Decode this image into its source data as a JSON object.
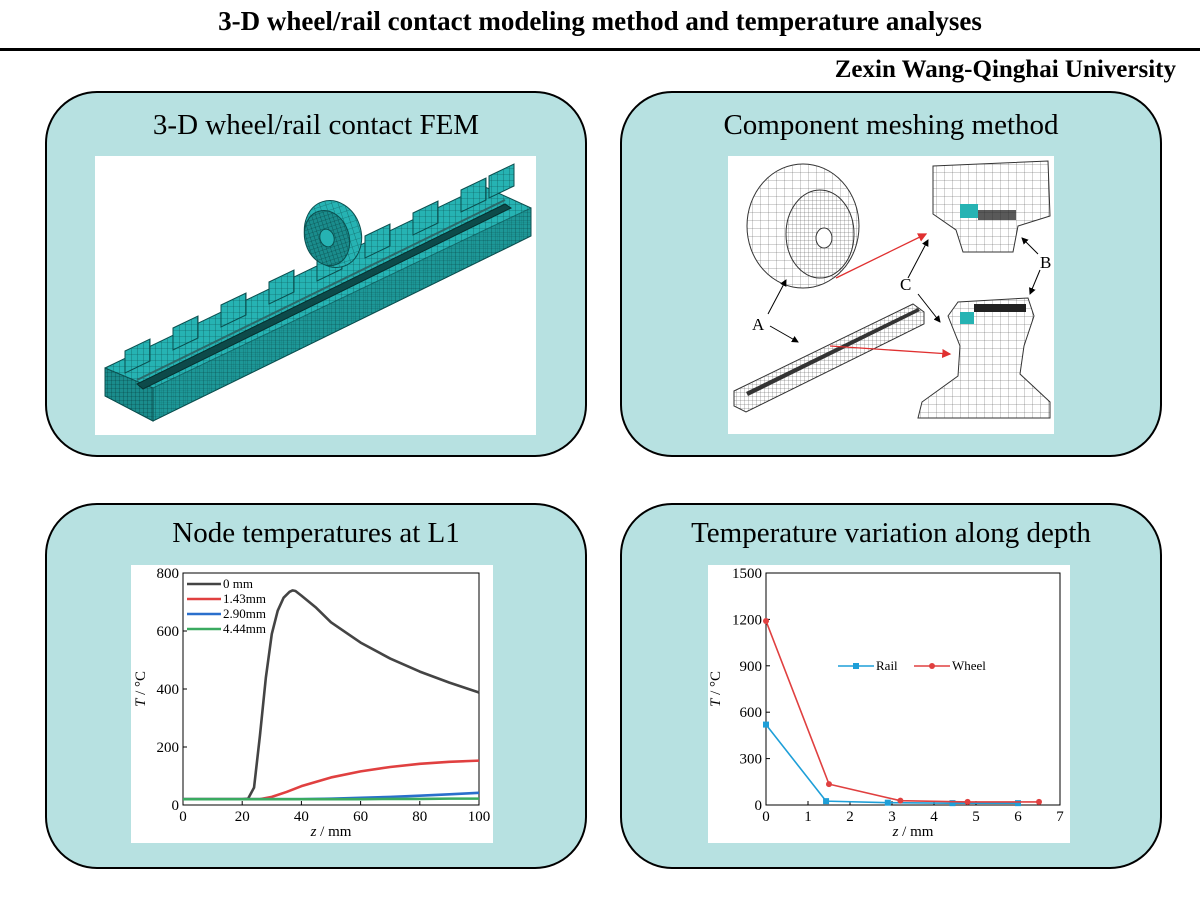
{
  "header": {
    "title": "3-D wheel/rail contact modeling method and temperature analyses",
    "author": "Zexin Wang-Qinghai University"
  },
  "panels": {
    "fem": {
      "title": "3-D wheel/rail contact FEM"
    },
    "mesh": {
      "title": "Component meshing method",
      "labels": {
        "a": "A",
        "b": "B",
        "c": "C"
      }
    },
    "node": {
      "title": "Node temperatures at L1"
    },
    "depth": {
      "title": "Temperature variation along depth"
    }
  },
  "colors": {
    "panel_bg": "#b7e1e1",
    "mesh_teal": "#26b3b3"
  },
  "chart_data": [
    {
      "type": "line",
      "xlabel_var": "z",
      "xlabel_unit": " / mm",
      "ylabel_var": "T",
      "ylabel_unit": " / °C",
      "xlim": [
        0,
        100
      ],
      "ylim": [
        0,
        800
      ],
      "xticks": [
        0,
        20,
        40,
        60,
        80,
        100
      ],
      "yticks": [
        0,
        200,
        400,
        600,
        800
      ],
      "legend_position": "top-left",
      "series": [
        {
          "name": "0 mm",
          "color": "#444444",
          "x": [
            0,
            20,
            22,
            24,
            26,
            28,
            30,
            32,
            34,
            36,
            37,
            38,
            40,
            45,
            50,
            60,
            70,
            80,
            90,
            100
          ],
          "y": [
            20,
            20,
            22,
            60,
            240,
            440,
            590,
            670,
            715,
            735,
            740,
            738,
            722,
            680,
            630,
            560,
            505,
            460,
            422,
            388
          ]
        },
        {
          "name": "1.43mm",
          "color": "#e04040",
          "x": [
            0,
            26,
            30,
            35,
            40,
            50,
            60,
            70,
            80,
            90,
            100
          ],
          "y": [
            20,
            20,
            28,
            45,
            65,
            95,
            116,
            131,
            142,
            149,
            153
          ]
        },
        {
          "name": "2.90mm",
          "color": "#2a6fcc",
          "x": [
            0,
            40,
            50,
            60,
            70,
            80,
            90,
            100
          ],
          "y": [
            20,
            20,
            22,
            25,
            28,
            32,
            37,
            42
          ]
        },
        {
          "name": "4.44mm",
          "color": "#3aaa60",
          "x": [
            0,
            50,
            60,
            70,
            80,
            90,
            100
          ],
          "y": [
            20,
            20,
            20,
            21,
            21,
            22,
            22
          ]
        }
      ]
    },
    {
      "type": "line",
      "xlabel_var": "z",
      "xlabel_unit": " / mm",
      "ylabel_var": "T",
      "ylabel_unit": " / °C",
      "xlim": [
        0,
        7
      ],
      "ylim": [
        0,
        1500
      ],
      "xticks": [
        0,
        1,
        2,
        3,
        4,
        5,
        6,
        7
      ],
      "yticks": [
        0,
        300,
        600,
        900,
        1200,
        1500
      ],
      "legend_position": "center",
      "series": [
        {
          "name": "Rail",
          "color": "#1e9fd8",
          "marker": "square",
          "x": [
            0,
            1.43,
            2.9,
            4.44,
            6.0
          ],
          "y": [
            520,
            25,
            15,
            12,
            12
          ]
        },
        {
          "name": "Wheel",
          "color": "#e04040",
          "marker": "circle",
          "x": [
            0,
            1.5,
            3.2,
            4.8,
            6.5
          ],
          "y": [
            1190,
            135,
            28,
            20,
            20
          ]
        }
      ]
    }
  ]
}
